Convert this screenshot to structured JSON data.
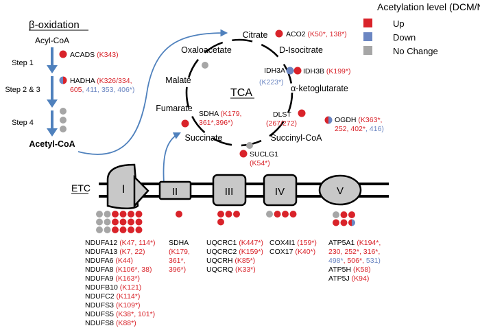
{
  "legend": {
    "title": "Acetylation level (DCM/NF)",
    "items": [
      {
        "label": "Up",
        "color": "#d9232a"
      },
      {
        "label": "Down",
        "color": "#6b86c2"
      },
      {
        "label": "No Change",
        "color": "#a6a6a6"
      }
    ]
  },
  "colors": {
    "up": "#d9232a",
    "down": "#6b86c2",
    "nochange": "#a6a6a6",
    "arrow": "#4f81bd",
    "complex_fill": "#c8c8c8",
    "text": "#000000"
  },
  "beta": {
    "title_symbol": "β",
    "title_text": "-oxidation",
    "acyl_coa": "Acyl-CoA",
    "step1": "Step 1",
    "step23": "Step 2 & 3",
    "step4": "Step 4",
    "acetyl_coa": "Acetyl-CoA",
    "acads_name": "ACADS",
    "acads_sites": "(K343)",
    "hadha_name": "HADHA",
    "hadha_l1_red": "(K326/334,",
    "hadha_l2_red": "605",
    "hadha_l2_blue": ", 411, 353, 406*)"
  },
  "tca": {
    "title": "TCA",
    "citrate": "Citrate",
    "disocitrate": "D-Isocitrate",
    "akg": "α-ketoglutarate",
    "succinyl": "Succinyl-CoA",
    "succinate": "Succinate",
    "fumarate": "Fumarate",
    "malate": "Malate",
    "oxaloacetate": "Oxaloacetate",
    "aco2_name": "ACO2",
    "aco2_sites": "(K50*, 138*)",
    "idh3a_name": "IDH3A",
    "idh3a_sites": "(K223*)",
    "idh3b_name": "IDH3B",
    "idh3b_sites": "(K199*)",
    "dlst_name": "DLST",
    "dlst_sites": "(267/272)",
    "ogdh_name": "OGDH",
    "ogdh_l1": "(K363*,",
    "ogdh_l2_red": "252, 402*",
    "ogdh_l2_blue": ", 416)",
    "suclg1_name": "SUCLG1",
    "suclg1_sites": "(K54*)",
    "sdha_name": "SDHA",
    "sdha_l1": "(K179,",
    "sdha_l2": "361*,396*)"
  },
  "etc": {
    "label": "ETC",
    "complexes": [
      "I",
      "II",
      "III",
      "IV",
      "V"
    ],
    "c1_list": [
      {
        "name": "NDUFA12",
        "red": "(K47, 114*)"
      },
      {
        "name": "NDUFA13",
        "red": "(K7, 22)"
      },
      {
        "name": "NDUFA6",
        "red": "(K44)"
      },
      {
        "name": "NDUFA8",
        "red": "(K106*, 38)"
      },
      {
        "name": "NDUFA9",
        "red": "(K163*)"
      },
      {
        "name": "NDUFB10",
        "red": "(K121)"
      },
      {
        "name": "NDUFC2",
        "red": "(K114*)"
      },
      {
        "name": "NDUFS3",
        "red": "(K109*)"
      },
      {
        "name": "NDUFS5",
        "red": "(K38*, 101*)"
      },
      {
        "name": "NDUFS8",
        "red": "(K88*)"
      }
    ],
    "c2_name": "SDHA",
    "c2_sites": [
      "(K179,",
      "361*,",
      "396*)"
    ],
    "c3_list": [
      {
        "name": "UQCRC1",
        "red": "(K447*)"
      },
      {
        "name": "UQCRC2",
        "red": "(K159*)"
      },
      {
        "name": "UQCRH",
        "red": "(K85*)"
      },
      {
        "name": "UQCRQ",
        "red": "(K33*)"
      }
    ],
    "c4_list": [
      {
        "name": "COX4I1",
        "red": "(159*)"
      },
      {
        "name": "COX17",
        "red": "(K40*)"
      }
    ],
    "c5_atp5a1_name": "ATP5A1",
    "c5_atp5a1_l1": "(K194*,",
    "c5_atp5a1_l2": "230, 252*, 316*,",
    "c5_atp5a1_l3_blue1": "498*",
    "c5_atp5a1_l3_red": ", 506*, ",
    "c5_atp5a1_l3_blue2": "531)",
    "c5_atp5h_name": "ATP5H",
    "c5_atp5h_sites": "(K58)",
    "c5_atp5j_name": "ATP5J",
    "c5_atp5j_sites": "(K94)",
    "dots_c1": [
      "nochange",
      "nochange",
      "up",
      "up",
      "up",
      "up",
      "nochange",
      "nochange",
      "up",
      "up",
      "up",
      "up",
      "nochange",
      "nochange",
      "up",
      "up",
      "up",
      "up"
    ],
    "dots_c2": [
      "up"
    ],
    "dots_c3": [
      "up",
      "up",
      "up",
      "up"
    ],
    "dots_c4": [
      "nochange",
      "up",
      "up",
      "up"
    ],
    "dots_c5": [
      "nochange",
      "up",
      "up",
      "up",
      "up",
      "split"
    ]
  }
}
